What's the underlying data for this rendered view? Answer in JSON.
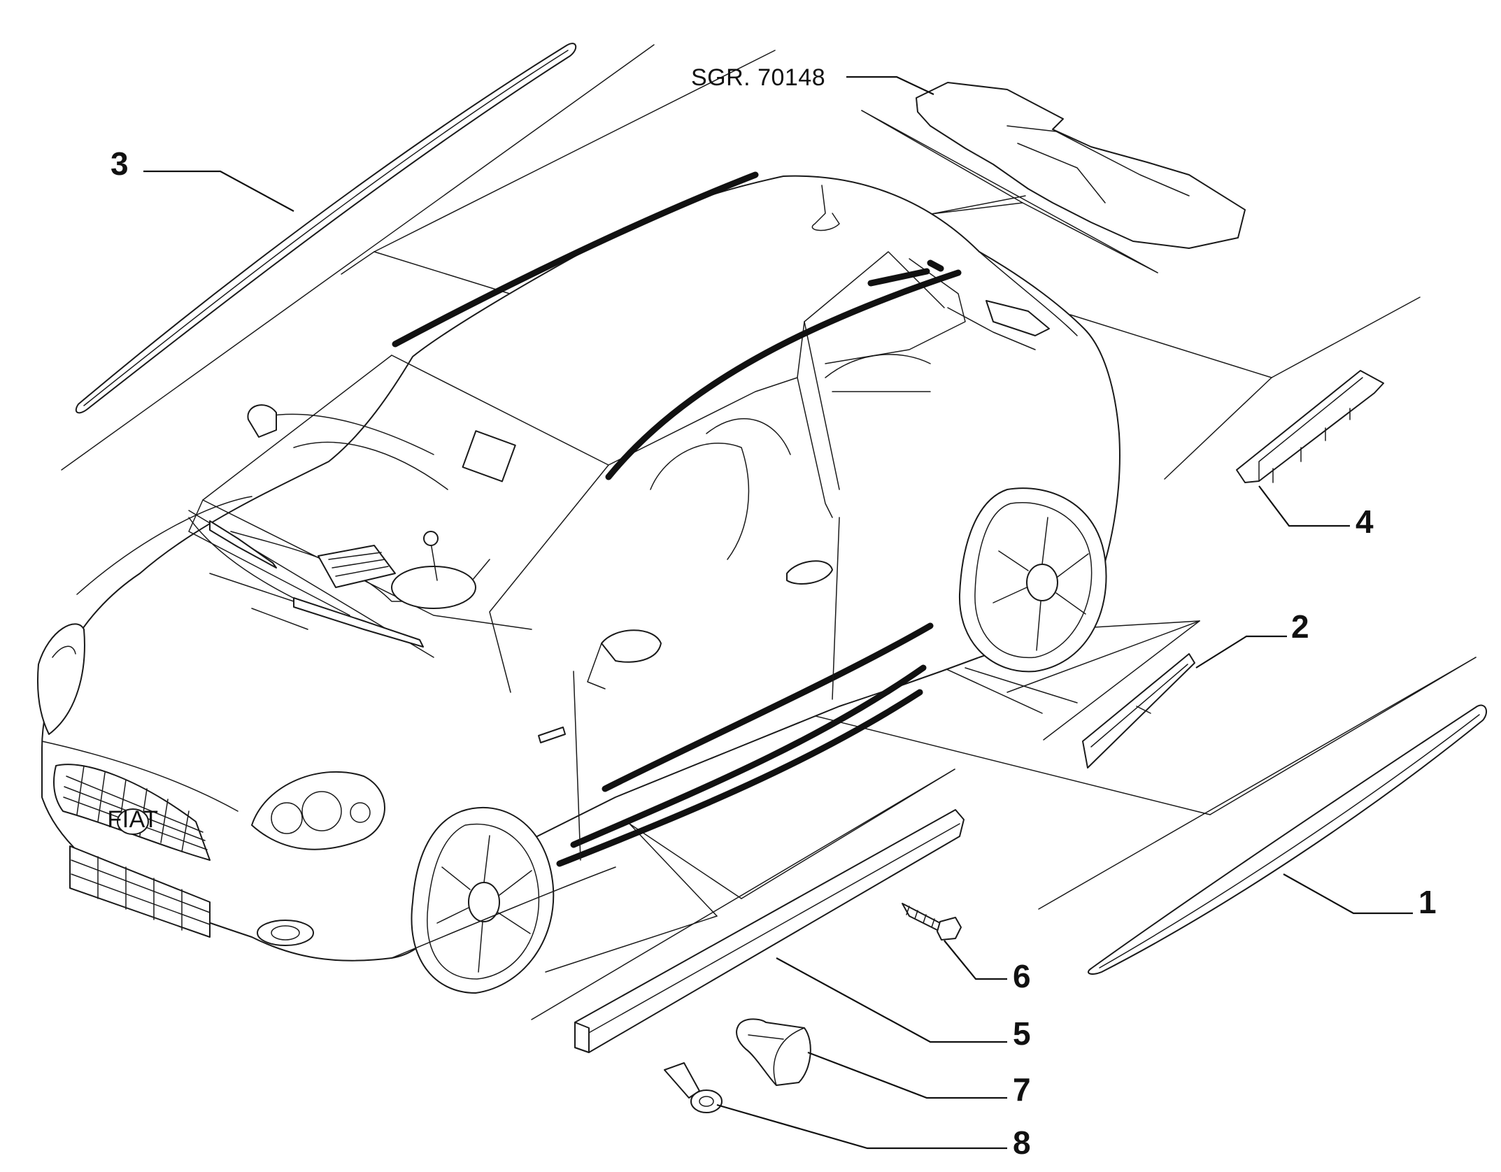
{
  "diagram": {
    "reference_note": "SGR. 70148",
    "callouts": [
      {
        "id": "1",
        "label": "1"
      },
      {
        "id": "2",
        "label": "2"
      },
      {
        "id": "3",
        "label": "3"
      },
      {
        "id": "4",
        "label": "4"
      },
      {
        "id": "5",
        "label": "5"
      },
      {
        "id": "6",
        "label": "6"
      },
      {
        "id": "7",
        "label": "7"
      },
      {
        "id": "8",
        "label": "8"
      }
    ],
    "badge_text": "FIAT"
  }
}
